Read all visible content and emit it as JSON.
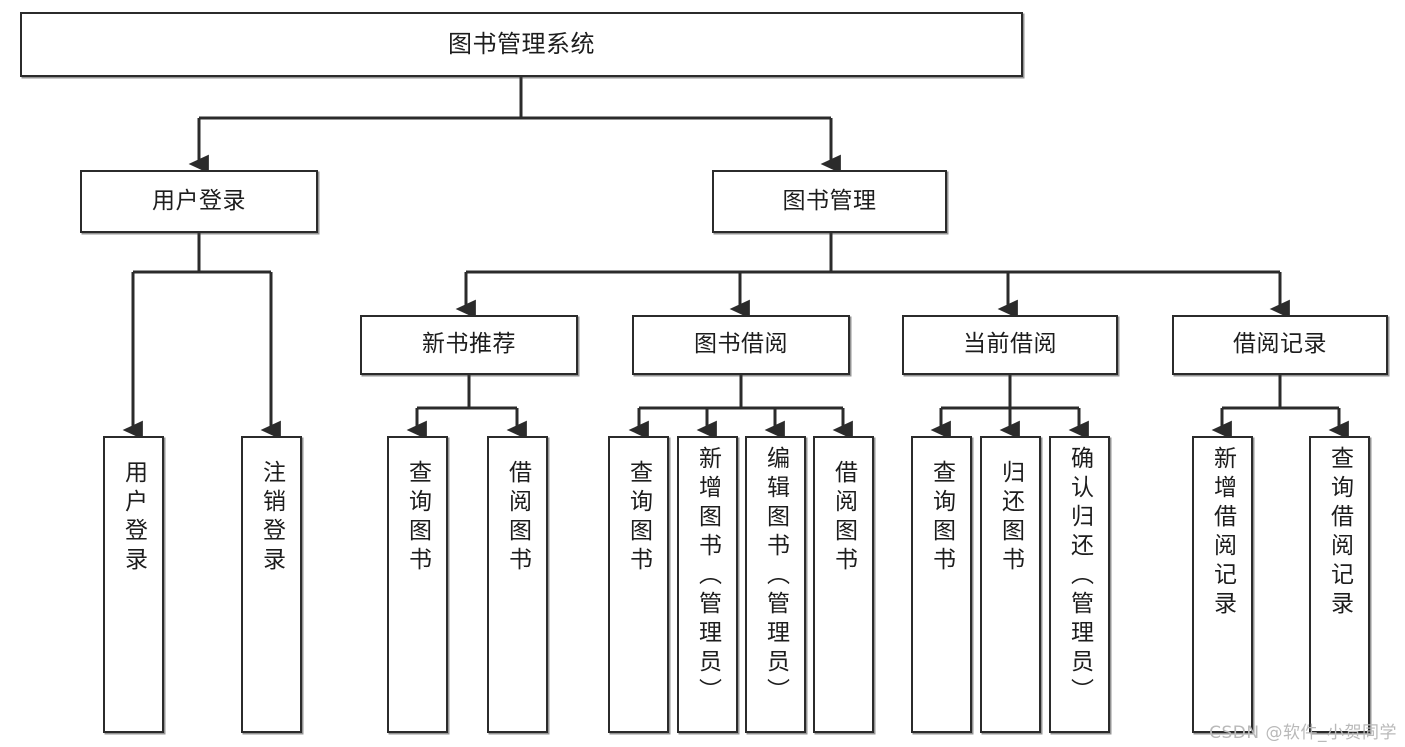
{
  "diagram": {
    "title": "图书管理系统",
    "type": "tree",
    "colors": {
      "stroke": "#2b2b2b",
      "fill": "#ffffff",
      "text": "#1d1d1d",
      "watermark": "#b9b9b9"
    },
    "watermark": "CSDN @软件_小贺同学",
    "nodes": {
      "root": {
        "label": "图书管理系统"
      },
      "level2": [
        {
          "id": "user-login",
          "label": "用户登录"
        },
        {
          "id": "book-manage",
          "label": "图书管理"
        }
      ],
      "level3": [
        {
          "id": "new-book-recommend",
          "label": "新书推荐"
        },
        {
          "id": "book-borrow",
          "label": "图书借阅"
        },
        {
          "id": "current-borrow",
          "label": "当前借阅"
        },
        {
          "id": "borrow-record",
          "label": "借阅记录"
        }
      ],
      "leaves": {
        "user-login": [
          {
            "id": "leaf-user-login",
            "label": "用户登录"
          },
          {
            "id": "leaf-logout",
            "label": "注销登录"
          }
        ],
        "new-book-recommend": [
          {
            "id": "leaf-query-book-1",
            "label": "查询图书"
          },
          {
            "id": "leaf-borrow-book-1",
            "label": "借阅图书"
          }
        ],
        "book-borrow": [
          {
            "id": "leaf-query-book-2",
            "label": "查询图书"
          },
          {
            "id": "leaf-add-book",
            "label": "新增图书（管理员）"
          },
          {
            "id": "leaf-edit-book",
            "label": "编辑图书（管理员）"
          },
          {
            "id": "leaf-borrow-book-2",
            "label": "借阅图书"
          }
        ],
        "current-borrow": [
          {
            "id": "leaf-query-book-3",
            "label": "查询图书"
          },
          {
            "id": "leaf-return-book",
            "label": "归还图书"
          },
          {
            "id": "leaf-confirm-return",
            "label": "确认归还（管理员）"
          }
        ],
        "borrow-record": [
          {
            "id": "leaf-add-record",
            "label": "新增借阅记录"
          },
          {
            "id": "leaf-query-record",
            "label": "查询借阅记录"
          }
        ]
      }
    }
  }
}
